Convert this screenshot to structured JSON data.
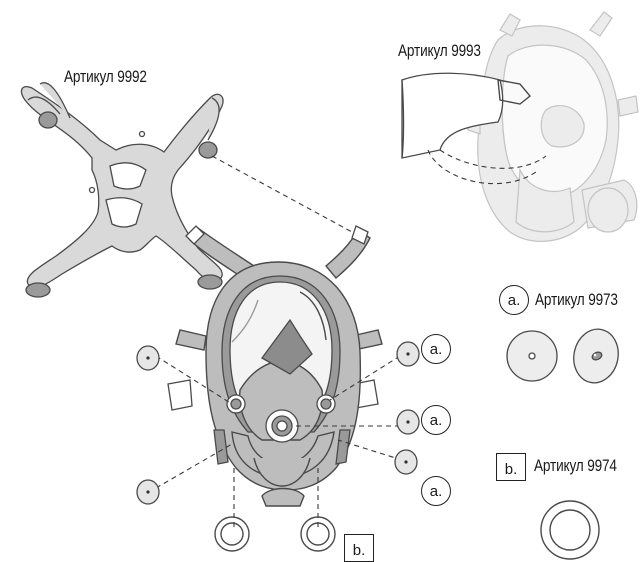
{
  "labels": {
    "head_harness": "Артикул 9992",
    "visor_cover": "Артикул 9993",
    "inhale_valve": "Артикул 9973",
    "exhale_gasket": "Артикул 9974"
  },
  "callouts": {
    "a": "a.",
    "b": "b."
  },
  "colors": {
    "line": "#4a4a4a",
    "part_fill": "#d9d9d9",
    "mask_fill": "#bdbdbd",
    "faded": "#c8c8c8",
    "lens": "#f4f4f4"
  }
}
